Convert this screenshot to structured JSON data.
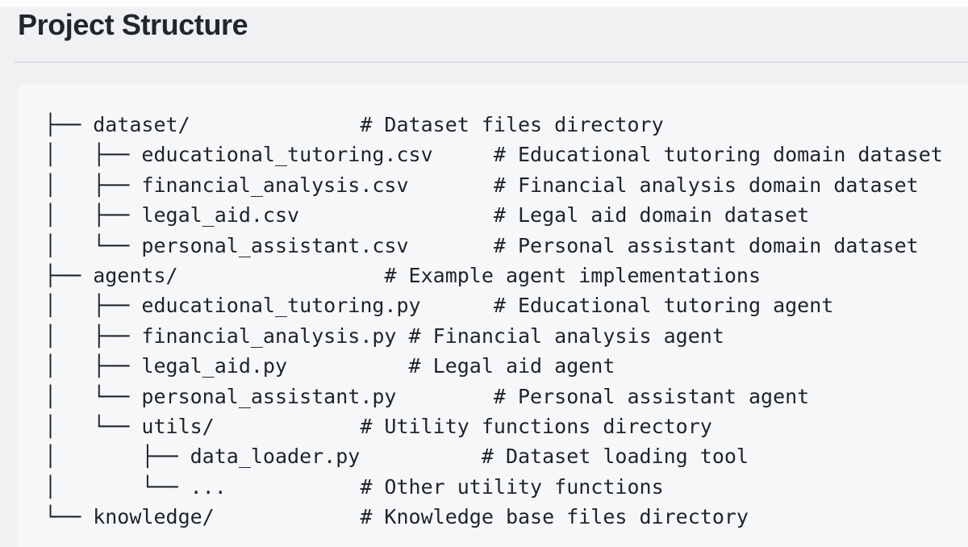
{
  "title": "Project Structure",
  "colors": {
    "page_background": "#eff1f3",
    "code_block_background": "#f6f7f8",
    "text": "#1f2429",
    "divider": "#dbdde0"
  },
  "tree": {
    "lines": [
      "├── dataset/              # Dataset files directory",
      "│   ├── educational_tutoring.csv     # Educational tutoring domain dataset",
      "│   ├── financial_analysis.csv       # Financial analysis domain dataset",
      "│   ├── legal_aid.csv                # Legal aid domain dataset",
      "│   └── personal_assistant.csv       # Personal assistant domain dataset",
      "├── agents/                 # Example agent implementations",
      "│   ├── educational_tutoring.py      # Educational tutoring agent",
      "│   ├── financial_analysis.py # Financial analysis agent",
      "│   ├── legal_aid.py          # Legal aid agent",
      "│   └── personal_assistant.py        # Personal assistant agent",
      "│   └── utils/            # Utility functions directory",
      "│       ├── data_loader.py          # Dataset loading tool",
      "│       └── ...           # Other utility functions",
      "└── knowledge/            # Knowledge base files directory"
    ]
  }
}
